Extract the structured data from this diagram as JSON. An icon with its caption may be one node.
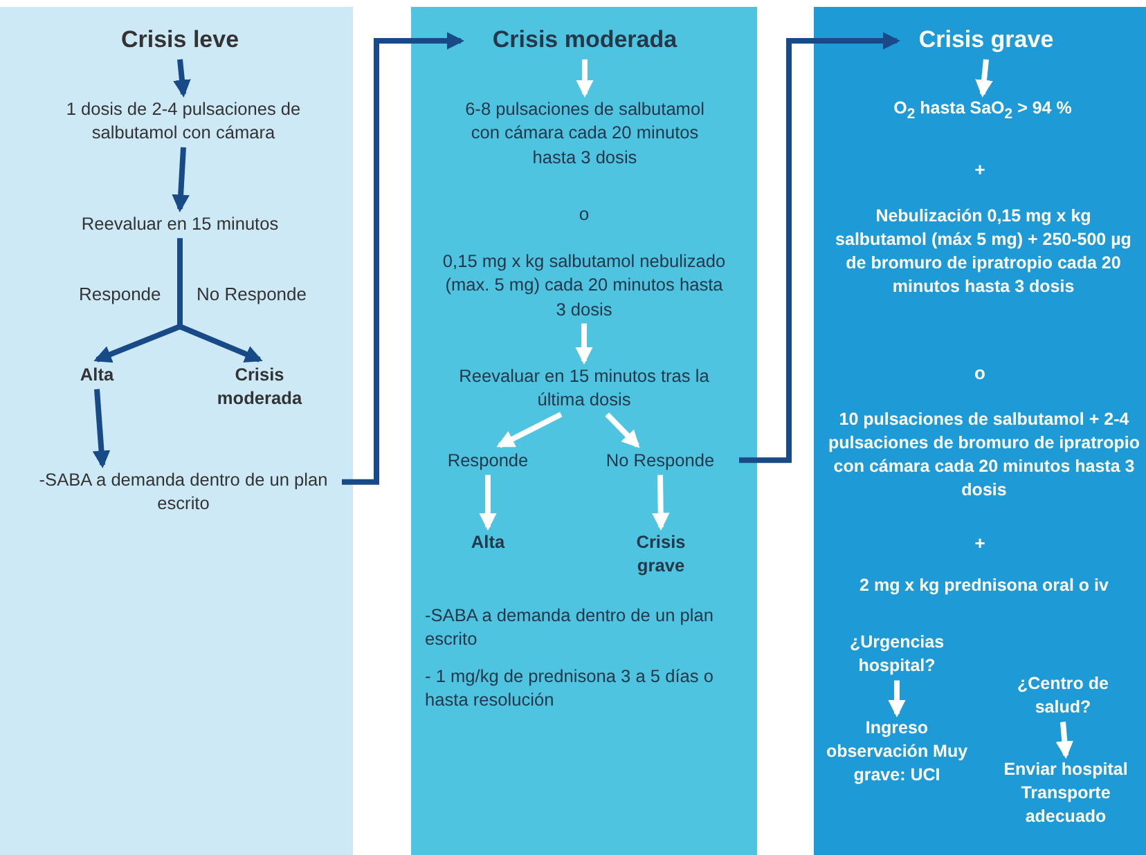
{
  "diagram": {
    "nodes": [
      {
        "text": [],
        "shape": "box"
      },
      {
        "text": [
          "Crisis leve"
        ],
        "in": 0
      },
      {
        "text": [
          "1 dosis de 2-4 pulsaciones de salbutamol con cámara"
        ],
        "in": 0
      },
      {
        "text": [
          "Reevaluar en 15 minutos"
        ],
        "in": 0
      },
      {
        "text": [
          "Alta"
        ],
        "in": 0
      },
      {
        "text": [
          "Crisis moderada"
        ],
        "in": 0
      },
      {
        "text": [
          "-SABA a demanda dentro de un plan escrito"
        ],
        "in": 0
      },
      {
        "text": [],
        "shape": "box"
      },
      {
        "text": [
          "Crisis moderada"
        ],
        "in": 7
      },
      {
        "text": [
          "6-8 pulsaciones de salbutamol con cámara cada 20 minutos hasta 3 dosis"
        ],
        "in": 7
      },
      {
        "text": [
          "0,15 mg x kg salbutamol nebulizado (max. 5 mg) cada 20 minutos hasta 3 dosis"
        ],
        "in": 7
      },
      {
        "text": [
          "Reevaluar en 15 minutos tras la última dosis"
        ],
        "in": 7
      },
      {
        "text": [
          "Responde"
        ],
        "in": 7
      },
      {
        "text": [
          "No Responde"
        ],
        "in": 7
      },
      {
        "text": [
          "Alta"
        ],
        "in": 7
      },
      {
        "text": [
          "Crisis grave"
        ],
        "in": 7
      },
      {
        "text": [
          "-SABA a demanda dentro de un plan escrito"
        ],
        "in": 7
      },
      {
        "text": [
          "- 1 mg/kg de prednisona 3 a 5 días o hasta resolución"
        ],
        "in": 7
      },
      {
        "text": [],
        "shape": "box"
      },
      {
        "text": [
          "Crisis grave"
        ],
        "in": 18
      },
      {
        "text": [
          "O$_{2}$ hasta SaO$_{2}$ > 94 %"
        ],
        "in": 18
      },
      {
        "text": [
          "Nebulización 0,15 mg x kg salbutamol (máx 5 mg) + 250-500 µg de bromuro de ipratropio cada 20 minutos hasta 3 dosis"
        ],
        "in": 18
      },
      {
        "text": [
          "10 pulsaciones de salbutamol + 2-4 pulsaciones de bromuro de ipratropio con cámara cada 20 minutos hasta 3 dosis"
        ],
        "in": 18
      },
      {
        "text": [
          "2 mg x kg prednisona oral o iv"
        ],
        "in": 18
      },
      {
        "text": [
          "¿Urgencias hospital?"
        ],
        "in": 18
      },
      {
        "text": [
          "Ingreso observación Muy grave: UCI"
        ],
        "in": 18
      },
      {
        "text": [
          "¿Centro de salud?"
        ],
        "in": 18
      },
      {
        "text": [
          "Enviar hospital Transporte adecuado"
        ],
        "in": 18
      }
    ],
    "edges": [
      {
        "from": 1,
        "to": 2,
        "arrow": "to",
        "color": "#174a87"
      },
      {
        "from": 2,
        "to": 3,
        "arrow": "to",
        "color": "#174a87"
      },
      {
        "from": 3,
        "to": 4,
        "arrow": "to",
        "label": "Responde",
        "color": "#174a87"
      },
      {
        "from": 3,
        "to": 5,
        "arrow": "to",
        "label": "No Responde",
        "color": "#174a87"
      },
      {
        "from": 4,
        "to": 6,
        "arrow": "to",
        "color": "#174a87"
      },
      {
        "from": 6,
        "to": 8,
        "arrow": "to",
        "color": "#174a87"
      },
      {
        "from": 8,
        "to": 9,
        "arrow": "to"
      },
      {
        "from": 10,
        "to": 11,
        "arrow": "to"
      },
      {
        "from": 11,
        "to": 12,
        "arrow": "to"
      },
      {
        "from": 11,
        "to": 13,
        "arrow": "to"
      },
      {
        "from": 12,
        "to": 14,
        "arrow": "to"
      },
      {
        "from": 13,
        "to": 15,
        "arrow": "to"
      },
      {
        "from": 13,
        "to": 19,
        "arrow": "to",
        "color": "#174a87"
      },
      {
        "from": 19,
        "to": 20,
        "arrow": "to"
      },
      {
        "from": 24,
        "to": 25,
        "arrow": "to"
      },
      {
        "from": 26,
        "to": 27,
        "arrow": "to"
      }
    ],
    "labels": [
      "o",
      "+",
      "o",
      "+"
    ]
  }
}
